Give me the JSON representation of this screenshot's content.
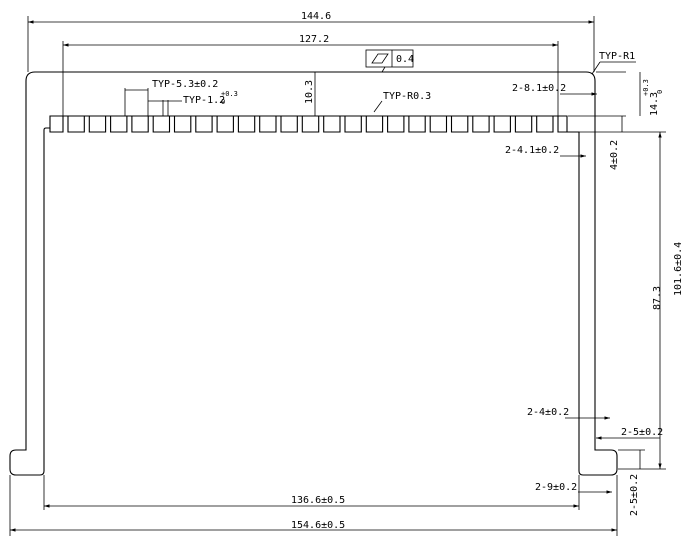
{
  "dims": {
    "overall_top": "144.6",
    "fin_span": "127.2",
    "flatness_tol": "0.4",
    "corner_radius": "TYP-R1",
    "fin_pitch": "TYP-5.3±0.2",
    "fin_width_base": "TYP-1.2",
    "fin_width_sup": "+0.3",
    "fin_width_sub": "0",
    "fin_height": "10.3",
    "fin_radius": "TYP-R0.3",
    "edge_gap_top": "2-8.1±0.2",
    "top_to_base": "14.3",
    "top_to_base_sup": "+0.3",
    "top_to_base_sub": "0",
    "edge_gap_fin": "2-4.1±0.2",
    "fin_root": "4±0.2",
    "height_total": "101.6±0.4",
    "height_inner": "87.3",
    "wall_inner": "2-4±0.2",
    "foot_depth": "2-5±0.2",
    "foot_width": "2-9±0.2",
    "foot_height": "2-5±0.2",
    "inner_width": "136.6±0.5",
    "overall_bottom": "154.6±0.5"
  },
  "fins": {
    "count": 24
  }
}
